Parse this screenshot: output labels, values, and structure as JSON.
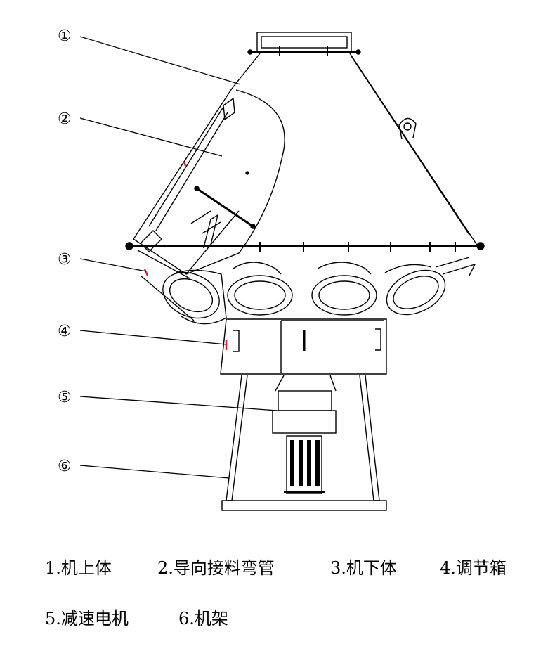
{
  "callouts": [
    {
      "num": "①",
      "part": "1"
    },
    {
      "num": "②",
      "part": "2"
    },
    {
      "num": "③",
      "part": "3"
    },
    {
      "num": "④",
      "part": "4"
    },
    {
      "num": "⑤",
      "part": "5"
    },
    {
      "num": "⑥",
      "part": "6"
    }
  ],
  "legend": [
    "1.机上体",
    "2.导向接料弯管",
    "3.机下体",
    "4.调节箱",
    "5.减速电机",
    "6.机架"
  ],
  "colors": {
    "line": "#000000",
    "marker": "#e0202a"
  }
}
